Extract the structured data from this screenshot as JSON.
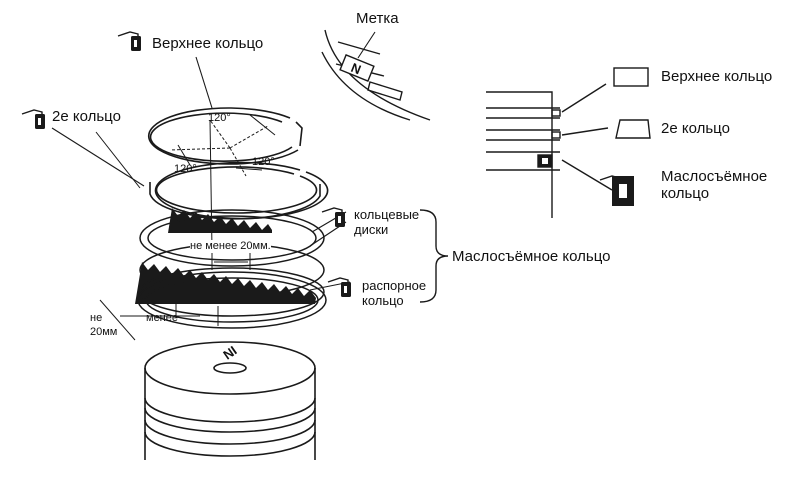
{
  "diagram": {
    "colors": {
      "line": "#1a1a1a",
      "text": "#111111",
      "background": "#ffffff"
    },
    "icons": [
      "service-manual-pictogram",
      "piston-ring-gap-mark"
    ],
    "main_view": {
      "label_top_ring": "Верхнее кольцо",
      "label_second_ring": "2е кольцо",
      "label_mark": "Метка",
      "mark_glyph": "N",
      "piston_mark": "NI",
      "angle_1": "120°",
      "angle_2": "120°",
      "angle_3": "120°",
      "label_rail_discs_line1": "кольцевые",
      "label_rail_discs_line2": "диски",
      "label_min_gap_rails": "не менее 20мм.",
      "label_oil_ring": "Маслосъёмное кольцо",
      "label_spacer_line1": "распорное",
      "label_spacer_line2": "кольцо",
      "label_min_gap_left_1": "не",
      "label_min_gap_left_2": "менее",
      "label_min_gap_left_3": "20мм"
    },
    "section_view": {
      "label_top_ring": "Верхнее кольцо",
      "label_second_ring": "2е кольцо",
      "label_oil_ring_line1": "Маслосъёмное",
      "label_oil_ring_line2": "кольцо"
    }
  }
}
